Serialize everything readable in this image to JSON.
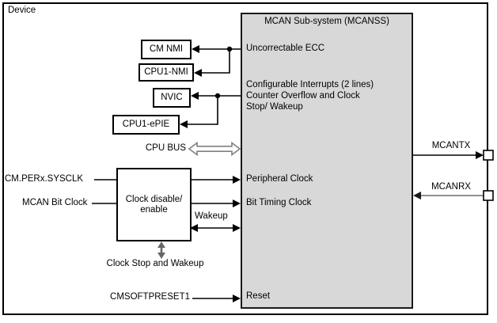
{
  "device_label": "Device",
  "mcanss": {
    "title": "MCAN Sub-system (MCANSS)",
    "ports": {
      "uncorrectable_ecc": "Uncorrectable ECC",
      "configurable_interrupts": [
        "Configurable Interrupts (2 lines)",
        "Counter Overflow and Clock",
        "Stop/ Wakeup"
      ],
      "peripheral_clock": "Peripheral Clock",
      "bit_timing_clock": "Bit Timing Clock",
      "reset": "Reset"
    }
  },
  "blocks": {
    "cm_nmi": "CM NMI",
    "cpu1_nmi": "CPU1-NMI",
    "nvic": "NVIC",
    "cpu1_epie": "CPU1-ePIE",
    "clock_gate": [
      "Clock disable/",
      "enable"
    ]
  },
  "signals": {
    "cpu_bus": "CPU BUS",
    "cm_perx_sysclk": "CM.PERx.SYSCLK",
    "mcan_bit_clock": "MCAN Bit Clock",
    "wakeup": "Wakeup",
    "clock_stop_and_wakeup": "Clock Stop and Wakeup",
    "cmsoftpreset1": "CMSOFTPRESET1",
    "mcantx": "MCANTX",
    "mcanrx": "MCANRX"
  },
  "colors": {
    "block_fill": "#d8d8d8",
    "wire": "#000000",
    "gray_wire": "#808080",
    "dark_gray_arrow": "#666666"
  }
}
